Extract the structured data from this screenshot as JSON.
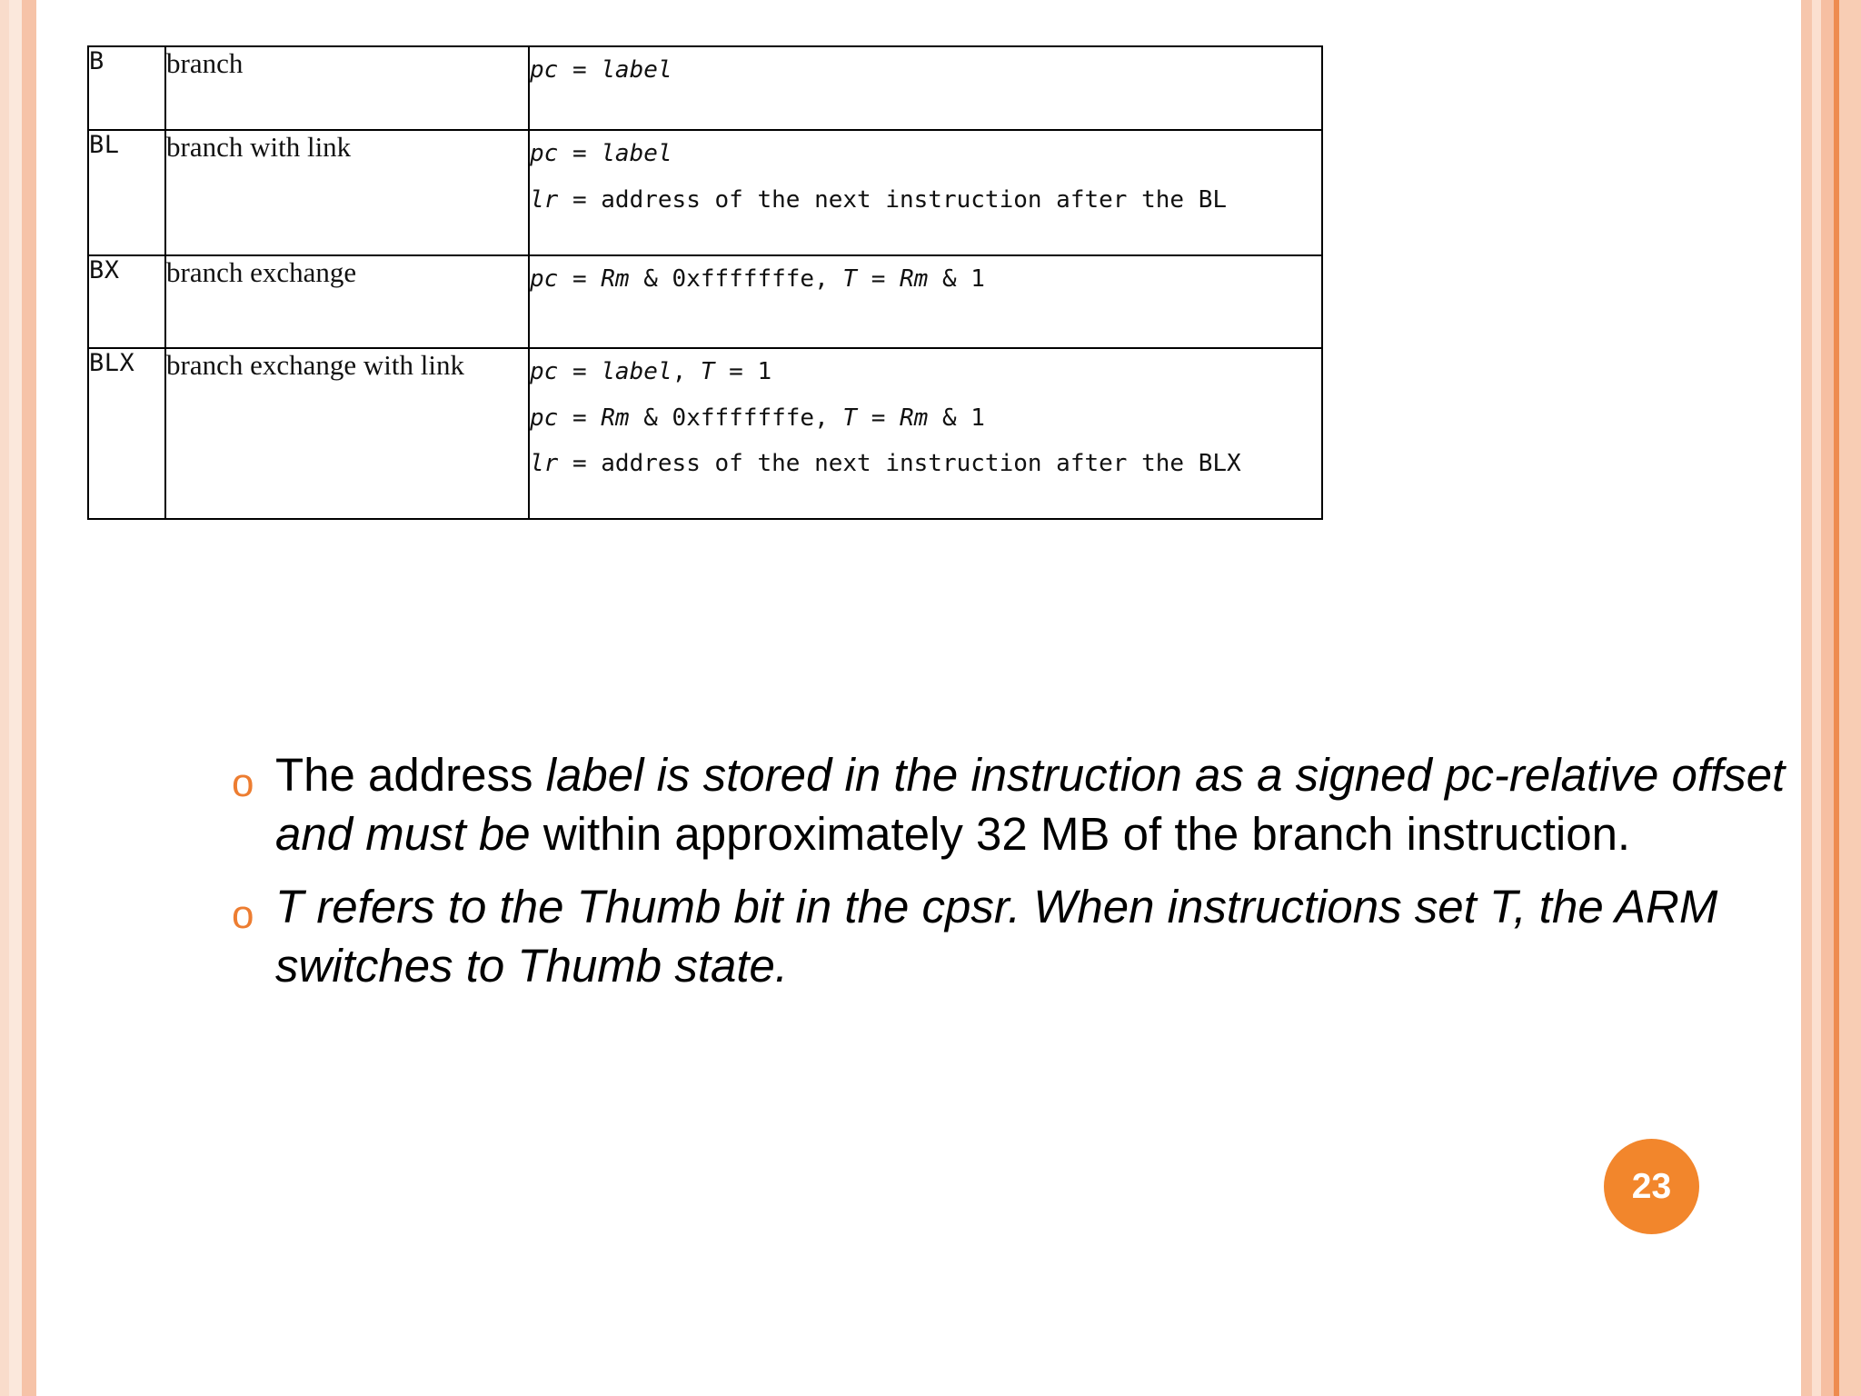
{
  "theme": {
    "accent": "#ED7D31",
    "badge_bg": "#F2862C",
    "stripe_colors_left": [
      "#F9DCCB",
      "#FBE8DC",
      "#F6C3A8",
      "#FFFFFF"
    ],
    "stripe_colors_right": [
      "#FFFFFF",
      "#F6C6AC",
      "#FBE0D0",
      "#F6BFA2",
      "#EE8B4F",
      "#F8CDB4"
    ]
  },
  "table": {
    "columns": [
      "mnemonic",
      "description",
      "effect"
    ],
    "rows": [
      {
        "mnemonic": "B",
        "description": "branch",
        "effect_lines": [
          [
            {
              "t": "pc",
              "i": true
            },
            {
              "t": " = ",
              "i": false
            },
            {
              "t": "label",
              "i": true
            }
          ]
        ]
      },
      {
        "mnemonic": "BL",
        "description": "branch with link",
        "effect_lines": [
          [
            {
              "t": "pc",
              "i": true
            },
            {
              "t": " = ",
              "i": false
            },
            {
              "t": "label",
              "i": true
            }
          ],
          [
            {
              "t": "lr",
              "i": true
            },
            {
              "t": " = address of the next instruction after the BL",
              "i": false
            }
          ]
        ]
      },
      {
        "mnemonic": "BX",
        "description": "branch exchange",
        "effect_lines": [
          [
            {
              "t": "pc",
              "i": true
            },
            {
              "t": " = ",
              "i": false
            },
            {
              "t": "Rm",
              "i": true
            },
            {
              "t": " & 0xfffffffe, ",
              "i": false
            },
            {
              "t": "T",
              "i": true
            },
            {
              "t": " = ",
              "i": false
            },
            {
              "t": "Rm",
              "i": true
            },
            {
              "t": " & 1",
              "i": false
            }
          ]
        ]
      },
      {
        "mnemonic": "BLX",
        "description": "branch exchange with link",
        "effect_lines": [
          [
            {
              "t": "pc",
              "i": true
            },
            {
              "t": " = ",
              "i": false
            },
            {
              "t": "label",
              "i": true
            },
            {
              "t": ", ",
              "i": false
            },
            {
              "t": "T",
              "i": true
            },
            {
              "t": " = 1",
              "i": false
            }
          ],
          [
            {
              "t": "pc",
              "i": true
            },
            {
              "t": " = ",
              "i": false
            },
            {
              "t": "Rm",
              "i": true
            },
            {
              "t": " & 0xfffffffe, ",
              "i": false
            },
            {
              "t": "T",
              "i": true
            },
            {
              "t": " = ",
              "i": false
            },
            {
              "t": "Rm",
              "i": true
            },
            {
              "t": " & 1",
              "i": false
            }
          ],
          [
            {
              "t": "lr",
              "i": true
            },
            {
              "t": " = address of the next instruction after the BLX",
              "i": false
            }
          ]
        ]
      }
    ]
  },
  "bullets": [
    {
      "marker": "o",
      "runs": [
        {
          "t": "The address ",
          "i": false
        },
        {
          "t": "label is stored in the instruction as a signed pc-relative offset and must be ",
          "i": true
        },
        {
          "t": "within approximately 32 MB of the branch instruction.",
          "i": false
        }
      ]
    },
    {
      "marker": "o",
      "runs": [
        {
          "t": "T refers to the Thumb bit in the cpsr. When instructions set T, the ARM switches to Thumb state.",
          "i": true
        }
      ]
    }
  ],
  "page_number": "23"
}
